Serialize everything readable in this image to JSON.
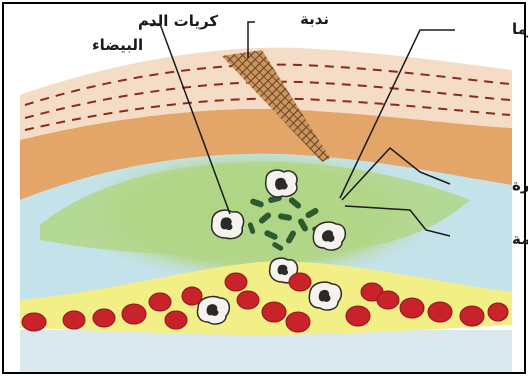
{
  "labels": {
    "white_blood_cells_line1": "كريات الدم",
    "white_blood_cells_line2": "البيضاء",
    "scar": "ندبة",
    "plasma": "بلازما",
    "epidermis": "البشرة",
    "dermis": "الأدمة"
  },
  "colors": {
    "background": "#ffffff",
    "frame": "#000000",
    "top_layer": "#f3ddc8",
    "epidermis_layer": "#e2a366",
    "wound_zone": "#a9cf7e",
    "dermis_layer": "#c6e1ea",
    "plasma_layer": "#f2ef84",
    "red_blood_cell": "#c8232a",
    "white_blood_cell": "#f5f3ee",
    "platelet": "#2e5a30",
    "scar": "#8b5a2b",
    "leader_line": "#1a1a1a"
  }
}
